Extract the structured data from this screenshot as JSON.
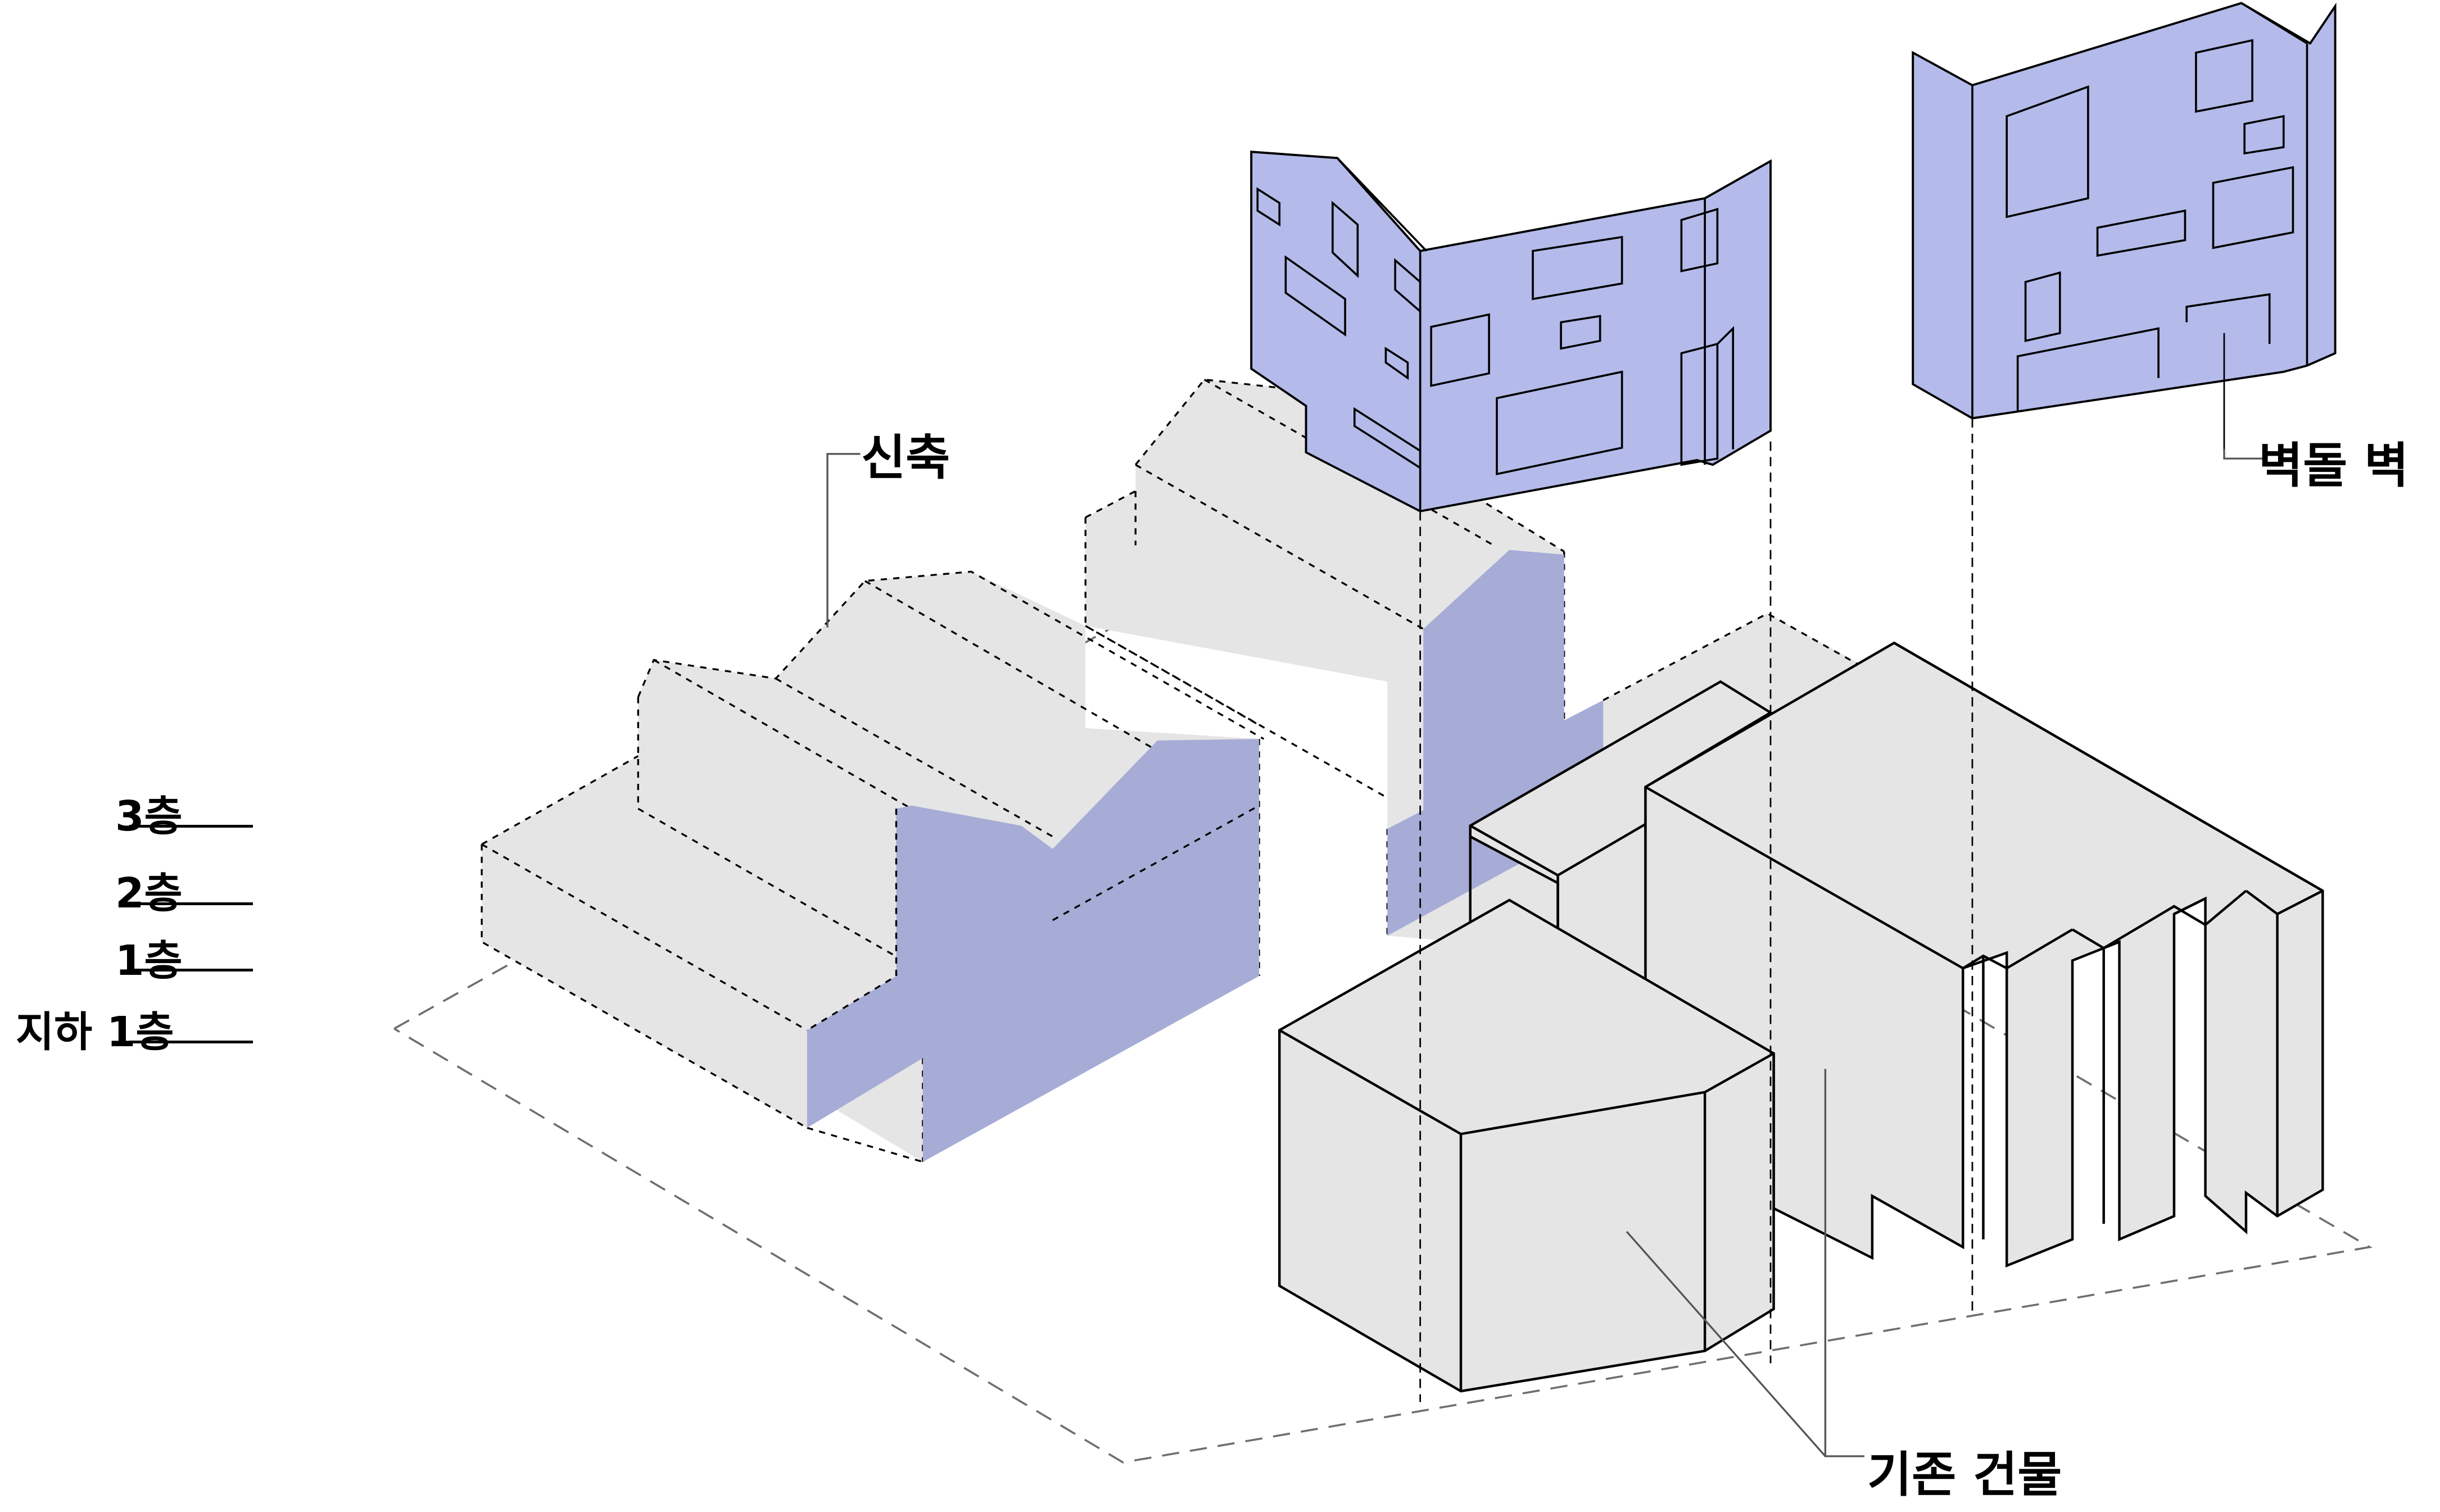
{
  "diagram": {
    "title": "",
    "colors": {
      "background": "#ffffff",
      "massing_gray": "#e5e5e5",
      "brick_wall_blue": "#b4bbea",
      "brick_wall_blue_overlap": "#a6acd6",
      "outline": "#000000",
      "site_boundary": "#6e6e6e"
    },
    "floor_levels": [
      {
        "id": "3F",
        "label": "3층"
      },
      {
        "id": "2F",
        "label": "2층"
      },
      {
        "id": "1F",
        "label": "1층"
      },
      {
        "id": "B1",
        "label": "지하 1층"
      }
    ],
    "callouts": {
      "new_construction": "신축",
      "brick_wall": "벽돌 벽",
      "existing_building": "기존 건물"
    },
    "components": [
      {
        "id": "new-construction-massing",
        "style": "dashed-gray-volume"
      },
      {
        "id": "brick-wall-panel-front",
        "style": "blue-wall-with-window-openings"
      },
      {
        "id": "brick-wall-panel-rear",
        "style": "blue-wall-with-window-openings"
      },
      {
        "id": "existing-building-massing",
        "style": "solid-gray-volume"
      },
      {
        "id": "site-boundary",
        "style": "dashed-outline"
      }
    ]
  }
}
